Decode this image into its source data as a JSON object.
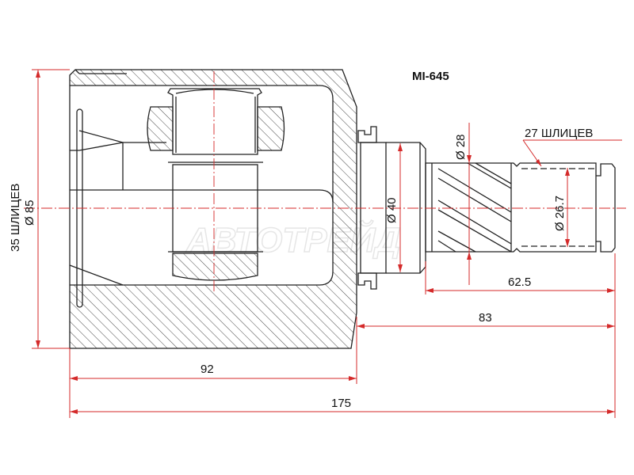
{
  "part_number": "MI-645",
  "watermark": "АВТОТРЕЙД",
  "dimensions": {
    "outer_splines": "35 ШЛИЦЕВ",
    "outer_diameter": "Ø 85",
    "housing_length": "92",
    "total_length": "175",
    "shaft_length": "83",
    "spline_length": "62.5",
    "seal_diameter": "Ø 40",
    "shaft_diameter": "Ø 28",
    "spline_diameter": "Ø 26.7",
    "inner_splines": "27 ШЛИЦЕВ"
  },
  "colors": {
    "outline": "#222222",
    "dimension": "#d42a2a"
  }
}
